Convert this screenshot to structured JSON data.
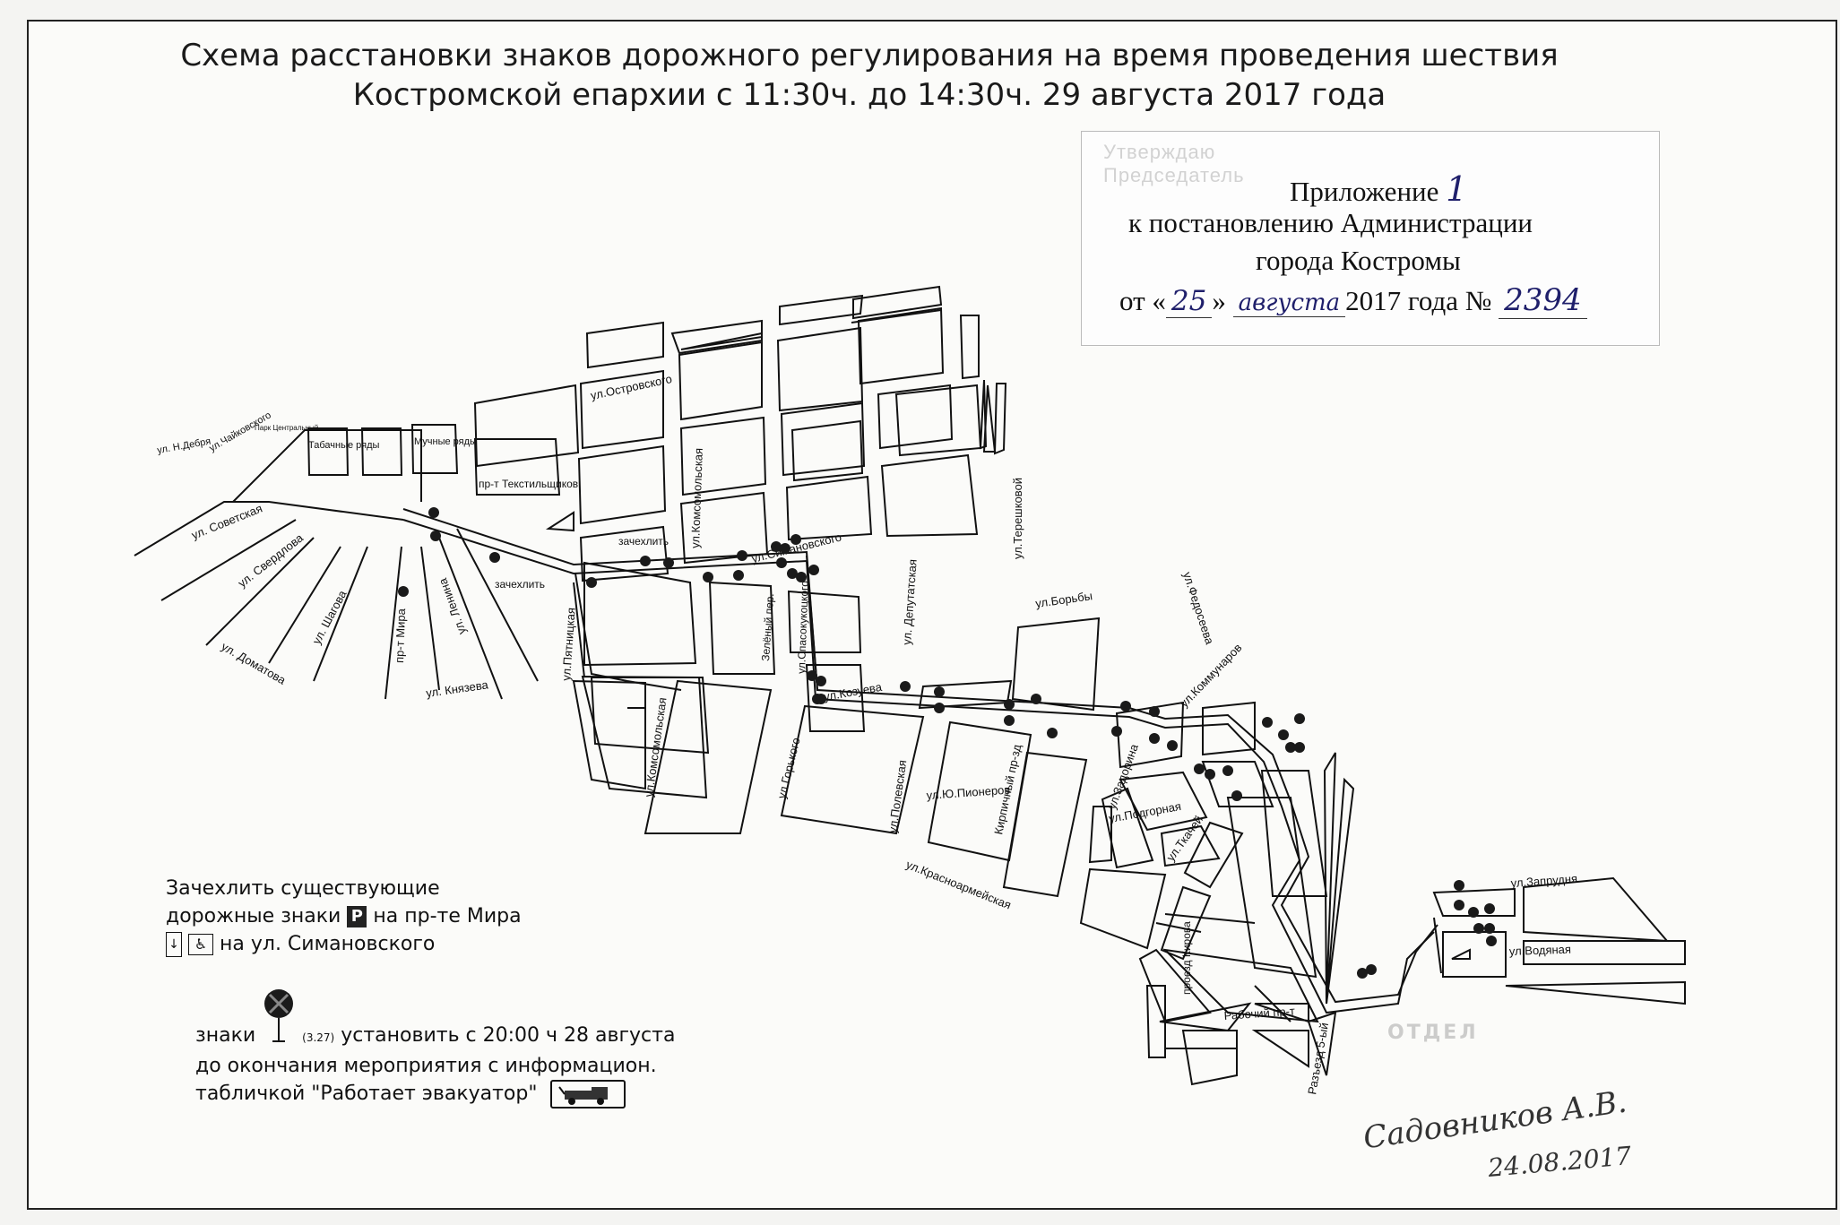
{
  "title": {
    "line1": "Схема расстановки знаков дорожного регулирования на время проведения шествия",
    "line2": "Костромской епархии с 11:30ч. до 14:30ч. 29 августа 2017 года"
  },
  "approval": {
    "faint_line1": "Утверждаю",
    "faint_line2": "Председатель",
    "line1": "Приложение",
    "appendix_no": "1",
    "line2": "к постановлению Администрации",
    "line3": "города Костромы",
    "date_prefix": "от «",
    "date_day": "25",
    "date_mid": "»",
    "date_month": "августа",
    "date_year": "2017 года №",
    "doc_no": "2394"
  },
  "map": {
    "streets": [
      {
        "id": "ostrovskogo",
        "label": "ул.Островского"
      },
      {
        "id": "n-debrya",
        "label": "ул. Н.Дебря"
      },
      {
        "id": "chaikovskogo",
        "label": "ул.Чайковского"
      },
      {
        "id": "park",
        "label": "Парк Центральный"
      },
      {
        "id": "tabachnye",
        "label": "Табачные ряды"
      },
      {
        "id": "muchnye",
        "label": "Мучные ряды"
      },
      {
        "id": "tekstilshchikov",
        "label": "пр-т Текстильщиков"
      },
      {
        "id": "sovetskaya",
        "label": "ул. Советская"
      },
      {
        "id": "sverdlova",
        "label": "ул. Свердлова"
      },
      {
        "id": "shagova",
        "label": "ул. Шагова"
      },
      {
        "id": "mira",
        "label": "пр-т Мира"
      },
      {
        "id": "lenina",
        "label": "ул. Ленина"
      },
      {
        "id": "dzhamgarova",
        "label": "ул. Доматова"
      },
      {
        "id": "knyazeva",
        "label": "ул. Князева"
      },
      {
        "id": "pyatnitskaya",
        "label": "ул.Пятницкая"
      },
      {
        "id": "komsomolskaya1",
        "label": "ул.Комсомольская"
      },
      {
        "id": "komsomolskaya2",
        "label": "ул.Комсомольская"
      },
      {
        "id": "simanovskogo",
        "label": "ул.Симановского"
      },
      {
        "id": "zelenyi",
        "label": "Зелёный пер."
      },
      {
        "id": "spasokukotskogo",
        "label": "ул.Спасокукоцкого"
      },
      {
        "id": "deputatskaya",
        "label": "ул. Депутатская"
      },
      {
        "id": "tereshkovoi",
        "label": "ул.Терешковой"
      },
      {
        "id": "borby",
        "label": "ул.Борьбы"
      },
      {
        "id": "fedoseeva",
        "label": "ул.Федосеева"
      },
      {
        "id": "kozueva",
        "label": "ул.Козуева"
      },
      {
        "id": "gorkogo",
        "label": "ул.Горького"
      },
      {
        "id": "polevaya",
        "label": "ул.Полевская"
      },
      {
        "id": "yu-pionerov",
        "label": "ул.Ю.Пионеров"
      },
      {
        "id": "kirpichnyi",
        "label": "Кирпичный пр-зд"
      },
      {
        "id": "zadorina",
        "label": "ул.Задорина"
      },
      {
        "id": "kommunarov",
        "label": "ул.Коммунаров"
      },
      {
        "id": "podgornaya",
        "label": "ул.Подгорная"
      },
      {
        "id": "tkacheva",
        "label": "ул.Ткачей"
      },
      {
        "id": "krasnoarmeiskaya",
        "label": "ул.Красноармейская"
      },
      {
        "id": "kirova",
        "label": "проезд Кирова"
      },
      {
        "id": "rabochii",
        "label": "Рабочий пр-т"
      },
      {
        "id": "razezd",
        "label": "Разъезд 5-ый"
      },
      {
        "id": "zaprudnya",
        "label": "ул.Запрудня"
      },
      {
        "id": "vodyanaya",
        "label": "ул.Водяная"
      }
    ],
    "cover_label_1": "зачехлить",
    "cover_label_2": "зачехлить"
  },
  "legend": {
    "cover_line1": "Зачехлить существующие",
    "cover_line2_a": "дорожные знаки",
    "cover_line2_b": "на пр-те Мира",
    "cover_line3": "на ул. Симановского",
    "parking_symbol": "P",
    "signs_word": "знаки",
    "sign_code": "(3.27)",
    "signs_line1": "установить с 20:00 ч 28 августа",
    "signs_line2": "до окончания мероприятия с информацион.",
    "signs_line3": "табличкой \"Работает эвакуатор\""
  },
  "signature": {
    "name": "Садовников А.В.",
    "date": "24.08.2017"
  },
  "colors": {
    "ink": "#111111",
    "paper": "#fbfbf9",
    "marker": "#1a1a1a"
  }
}
